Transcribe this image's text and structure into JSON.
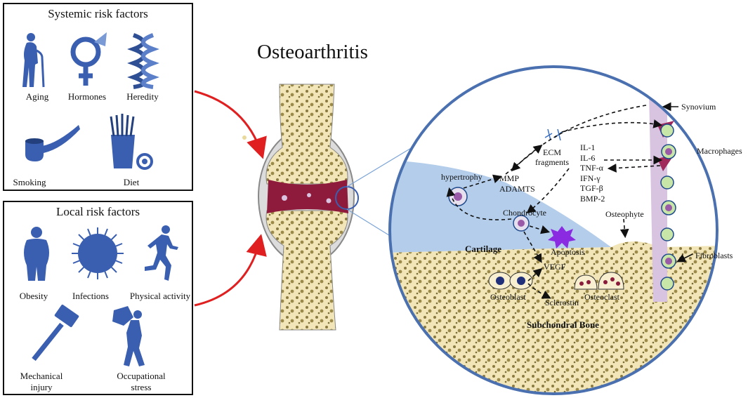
{
  "main_title": "Osteoarthritis",
  "systemic": {
    "title": "Systemic risk factors",
    "items": [
      "Aging",
      "Hormones",
      "Heredity",
      "Smoking",
      "Diet"
    ]
  },
  "local": {
    "title": "Local risk factors",
    "items": [
      "Obesity",
      "Infections",
      "Physical activity",
      "Mechanical injury",
      "Occupational stress"
    ]
  },
  "detail": {
    "labels": {
      "synovium": "Synovium",
      "macrophages": "Macrophages",
      "fibroblasts": "Fibroblasts",
      "ecm": "ECM fragments",
      "hypertrophy": "hypertrophy",
      "mmp": "MMP",
      "adamts": "ADAMTS",
      "chondrocyte": "Chondrocyte",
      "cartilage": "Cartilage",
      "apoptosis": "Apoptosis",
      "osteophyte": "Osteophyte",
      "vegf": "VEGF",
      "osteoblast": "Osteoblast",
      "sclerostin": "Sclerostin",
      "osteoclast": "Osteoclast",
      "subchondral": "Subchondral Bone"
    },
    "cytokines": [
      "IL-1",
      "IL-6",
      "TNF-α",
      "IFN-γ",
      "TGF-β",
      "BMP-2"
    ]
  },
  "colors": {
    "icon_blue": "#3a5fb0",
    "arrow_red": "#e02020",
    "bone": "#f2e6b8",
    "cartilage": "#b3cdeb",
    "synovium": "#d8c3e0",
    "joint_red": "#8e1b3b",
    "circle_outline": "#4a70b0"
  }
}
